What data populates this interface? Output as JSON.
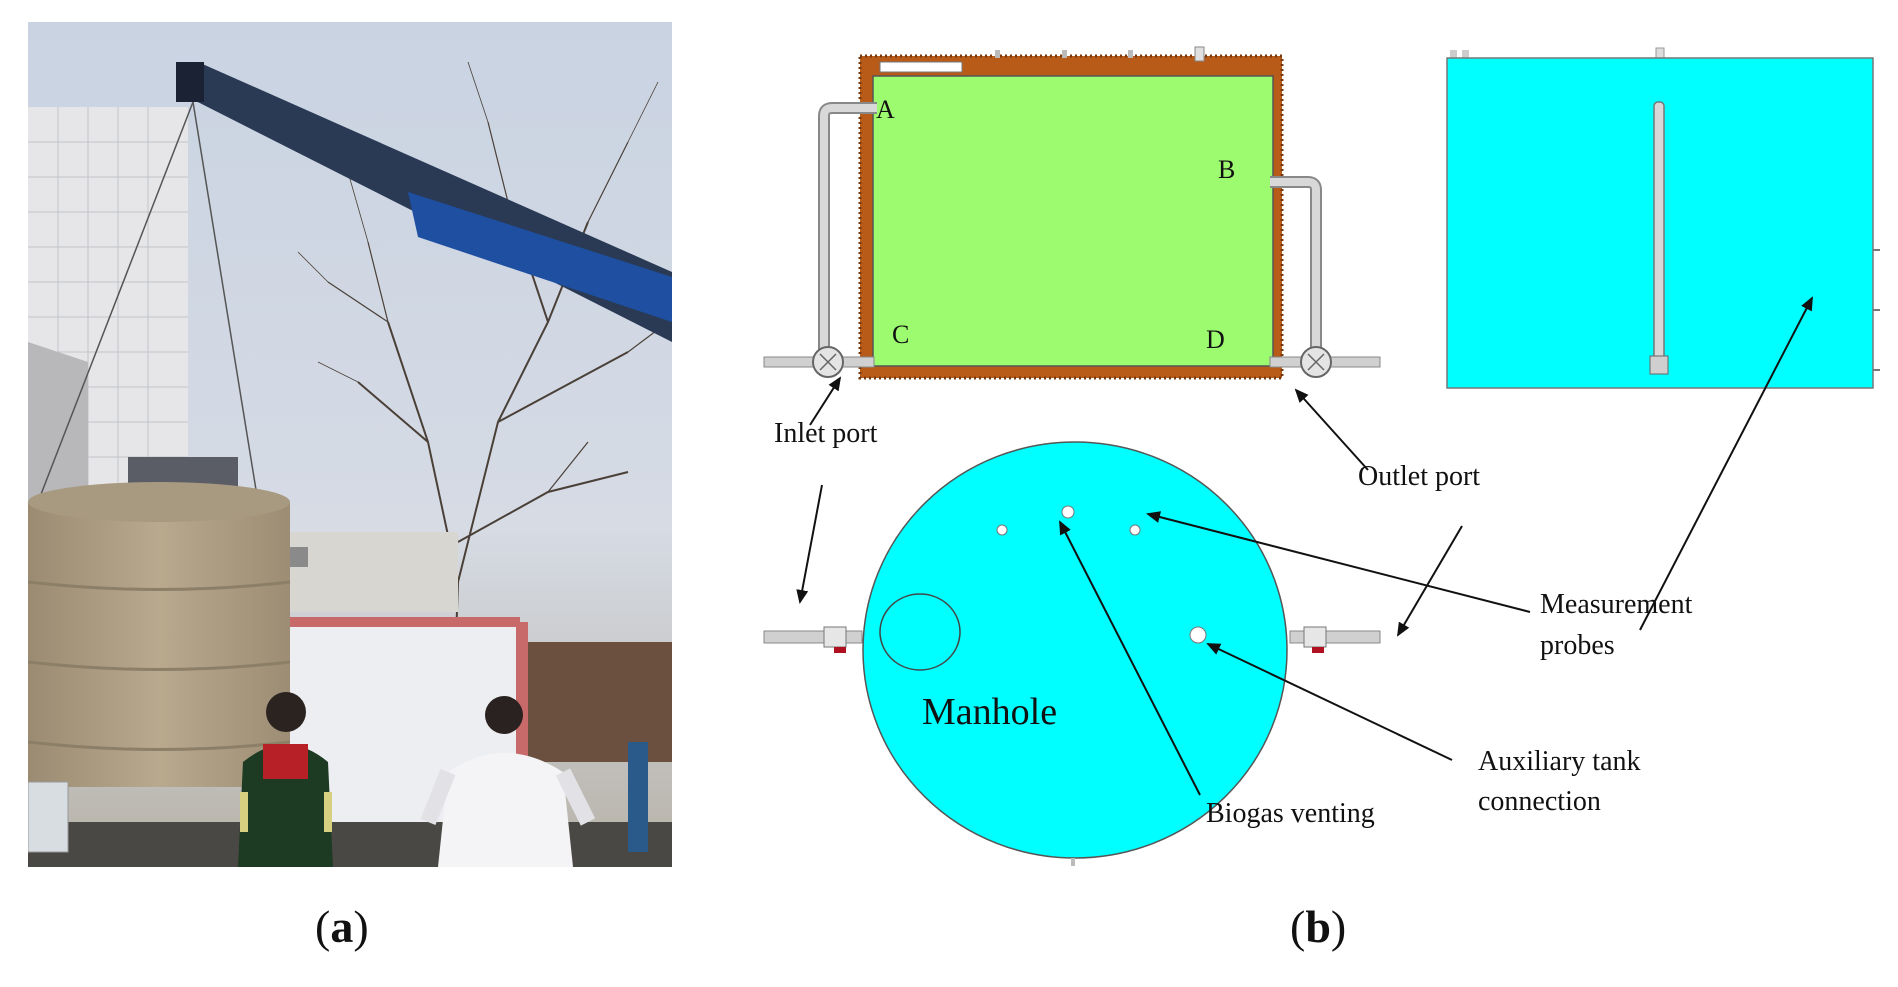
{
  "panels": {
    "a": {
      "caption_open": "(",
      "caption_letter": "a",
      "caption_close": ")"
    },
    "b": {
      "caption_open": "(",
      "caption_letter": "b",
      "caption_close": ")"
    }
  },
  "diagram": {
    "corner_labels": {
      "a": "A",
      "b": "B",
      "c": "C",
      "d": "D"
    },
    "inlet_port": "Inlet port",
    "outlet_port": "Outlet port",
    "measurement_probes_line1": "Measurement",
    "measurement_probes_line2": "probes",
    "manhole": "Manhole",
    "biogas_venting": "Biogas venting",
    "auxiliary_line1": "Auxiliary tank",
    "auxiliary_line2": "connection"
  },
  "colors": {
    "tank_green": "#9dfb70",
    "tank_cyan": "#00ffff",
    "insulation_brown": "#b85a18",
    "pipe_gray": "#c8c8c8"
  }
}
